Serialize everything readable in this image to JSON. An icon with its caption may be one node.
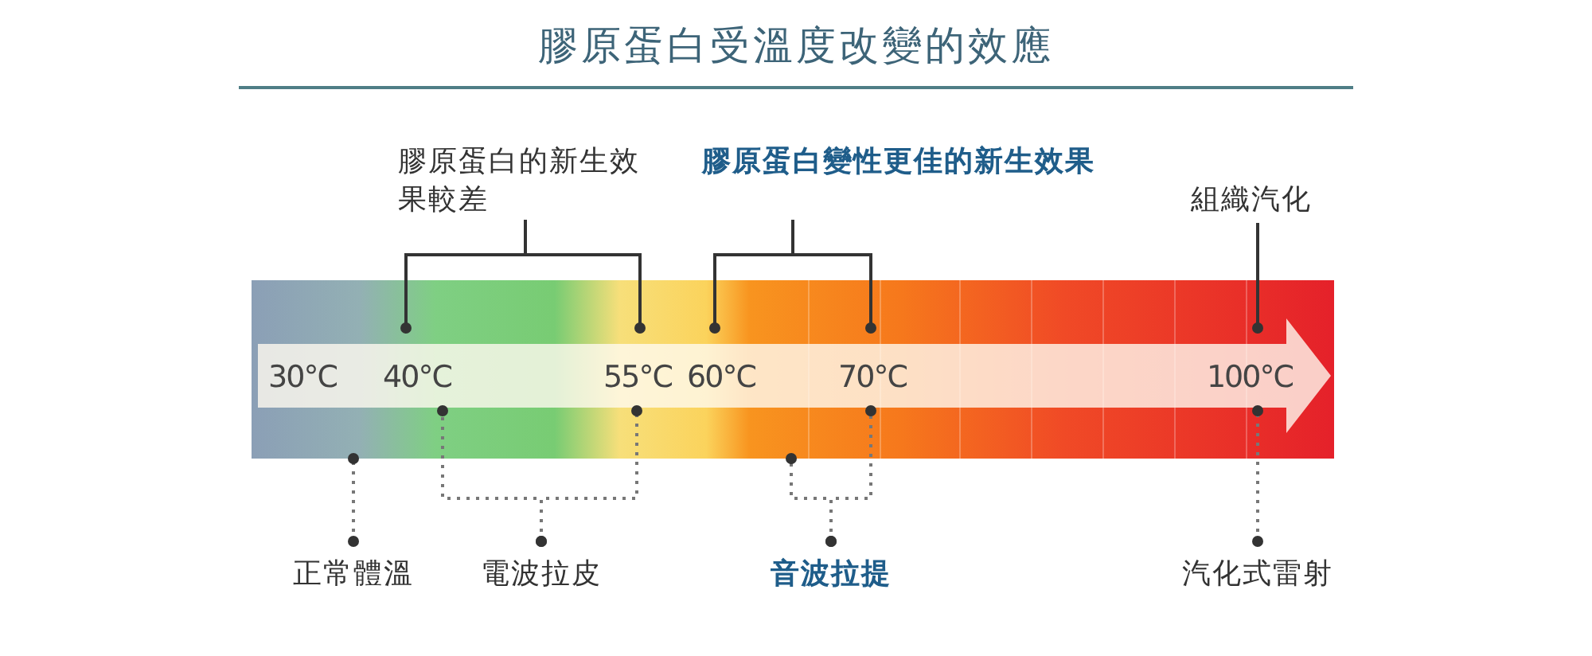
{
  "diagram": {
    "title": "膠原蛋白受溫度改變的效應",
    "nodes": [
      {
        "text": [
          "膠原蛋白的新生效果較差"
        ]
      },
      {
        "text": [
          "膠原蛋白變性更佳的新生效果"
        ]
      },
      {
        "text": [
          "組織汽化"
        ]
      },
      {
        "text": [],
        "shape": "bar"
      },
      {
        "text": [
          "30°C"
        ],
        "in": 3
      },
      {
        "text": [
          "40°C"
        ],
        "in": 3
      },
      {
        "text": [
          "55°C"
        ],
        "in": 3
      },
      {
        "text": [
          "60°C"
        ],
        "in": 3
      },
      {
        "text": [
          "70°C"
        ],
        "in": 3
      },
      {
        "text": [
          "100°C"
        ],
        "in": 3
      },
      {
        "text": [
          "正常體溫"
        ]
      },
      {
        "text": [
          "電波拉皮"
        ]
      },
      {
        "text": [
          "音波拉提"
        ]
      },
      {
        "text": [
          "汽化式雷射"
        ]
      }
    ],
    "edges": [
      {
        "from": 0,
        "to": 5,
        "arrow": "other"
      },
      {
        "from": 0,
        "to": 6,
        "arrow": "other"
      },
      {
        "from": 1,
        "to": 7,
        "arrow": "other"
      },
      {
        "from": 1,
        "to": 8,
        "arrow": "other"
      },
      {
        "from": 2,
        "to": 9,
        "arrow": "other"
      },
      {
        "from": 10,
        "to": 3,
        "arrow": "other",
        "style": "dashed"
      },
      {
        "from": 11,
        "to": 5,
        "arrow": "other",
        "style": "dashed"
      },
      {
        "from": 11,
        "to": 6,
        "arrow": "other",
        "style": "dashed"
      },
      {
        "from": 12,
        "to": 3,
        "arrow": "other",
        "style": "dashed"
      },
      {
        "from": 12,
        "to": 8,
        "arrow": "other",
        "style": "dashed"
      },
      {
        "from": 13,
        "to": 9,
        "arrow": "other",
        "style": "dashed"
      }
    ]
  }
}
